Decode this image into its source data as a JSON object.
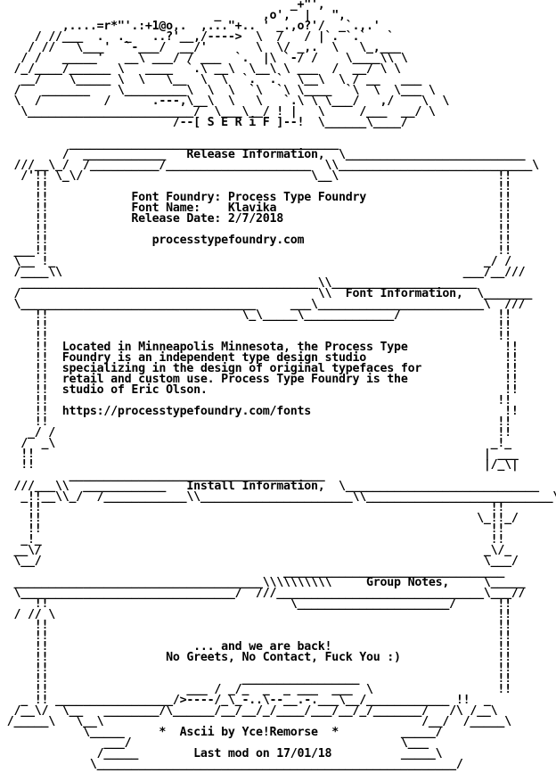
{
  "document": {
    "lines": [
      "                                          _+\"',",
      "                               _      ,o',  |   \",",
      "         ,....=r*\"'.:+1@o,.  ,...\"+.. ' _.,o?'/  _`.,.'",
      "     / //___  .  ._   ..?'__,/---->  \\  /   / |`. `.`   `",
      "    / //   \\___'  `-___/  __/'       \\  \\/ _,.  \\   \\_,___",
      "   / /   _____'   __\\ ___/ / ___  `.  |\\ `-/ /    \\____\\\\ \\",
      "  /_/____/______ \\   ____  `.\\ __\\  \\__\\ \\ ___  /  __/ \\ \\",
      "   __/    \\_____ \\  \\   \\__  \\  \\  `.  .`  \\__\\  \\ / __   ___",
      "  /   _______    \\_________\\  \\  \\  `\\  `\\ \\____  `\\  \\  \\___ \\",
      "  \\  /         /      .---,\\__\\  \\   \\   `.\\ \\ \\___/   ,/    \\  \\",
      "   \\________________________/  \\___\\__/ ! |   \\     /___  __/ \\",
      "                         /--[ S E R i F ]--!  \\______\\____/",
      "",
      "          _______________________________________",
      "         /  ____________   Release Information,  \\__________________________",
      "  ///__\\_/  /__________/_____________________  \\\\____________________________\\",
      "   /'!! \\_\\/                                 \\__\\                       !!",
      "     !!                                                                 !!",
      "     !!            Font Foundry: Process Type Foundry                   !!",
      "     !!            Font Name:    Klavika                                !!",
      "     !!            Release Date: 2/7/2018                               !!",
      "     !!                                                                 !!",
      "     !!               processtypefoundry.com                            !!",
      "  ___!!                                                                 !!",
      "  \\__ !_                                                              _/ /",
      "  /____\\\\                                                          ___/__///",
      "   ___________________________________________\\\\_____________________",
      "  /                                           \\\\  Font Information,  \\_______",
      "  \\__________________________________     ___\\________________________\\  ///",
      "     !!                            \\_\\_____\\_____________/              !!",
      "     !!                                                                 !!",
      "     !!                                                                 !!",
      "     !!  Located in Minneapolis Minnesota, the Process Type              !!",
      "     !!  Foundry is an independent type design studio                    !!",
      "     !!  specializing in the design of original typefaces for            !!",
      "     !!  retail and custom use. Process Type Foundry is the              !!",
      "     !!  studio of Eric Olson.                                           !!",
      "     !!                                                                 !!",
      "     !!  https://processtypefoundry.com/fonts                            !!",
      "     !!                                                                 !!",
      "    _/ /                                                                !!",
      "   /  _\\                                                               _!_",
      "   !!                                                                 | ___",
      "   !!                                                                 |/_\\|",
      "          _____________________________________",
      "  ///___\\\\  ____________   Install Information,  \\____________________________",
      "   _!!__\\\\_/  /____________\\\\______________________\\\\___________________________\\",
      "    !!                                                                 !!",
      "    !!                                                               \\_!!_/",
      "    !!                                                                 !!",
      "   _!_                                                                 !!",
      "  __\\/                                                                _\\/_",
      "  \\__/                                                                \\___/",
      "                                         ________________________________",
      "  ____________________________________\\\\\\\\\\\\\\\\\\\\     Group Notes,     \\_____",
      "  \\_______________________________/  ///______________________________\\___//",
      "     !!                                   \\______________________/      !!",
      "  / // \\                                                                !!",
      "     !!                                                                 !!",
      "     !!                                                                 !!",
      "     !!                     ... and we are back!                        !!",
      "     !!                 No Greets, No Contact, Fuck You :)              !!",
      "     !!                                                                 !!",
      "     !!                            _________________                    !!",
      "     !!                    ___ / _/_  _  _ ___  ___  \\                  !!",
      "   _ !! _________________/>----/_\\_-..\\--__.-.___\\__/____________ !!  _",
      "  /__\\/  \\__   ________/\\______/__/__/_/____/___/__/_/_______/   /\\ /__\\",
      " /_____\\   \\__\\                                              /__/  /_____\\",
      "            \\_____     *  Ascii by Yce!Remorse  *         _____/",
      "               ___/                                       \\___",
      "              /_____        Last mod on 17/01/18          _____\\",
      "             \\____________________________________________________/"
    ]
  }
}
